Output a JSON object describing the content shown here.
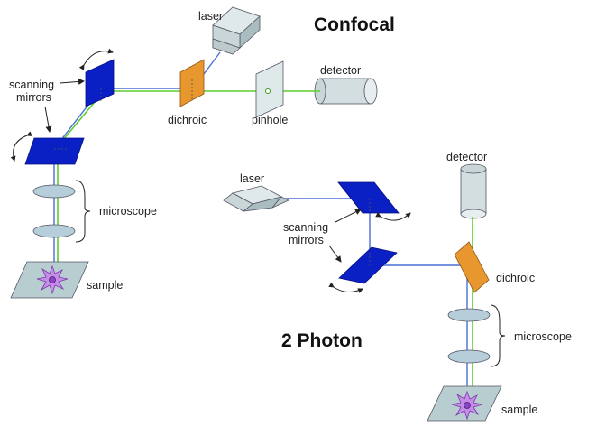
{
  "confocal": {
    "title": "Confocal",
    "labels": {
      "laser": "laser",
      "detector": "detector",
      "dichroic": "dichroic",
      "pinhole": "pinhole",
      "scanning_mirrors_line1": "scanning",
      "scanning_mirrors_line2": "mirrors",
      "microscope": "microscope",
      "sample": "sample"
    }
  },
  "two_photon": {
    "title": "2 Photon",
    "labels": {
      "laser": "laser",
      "detector": "detector",
      "dichroic": "dichroic",
      "scanning_mirrors_line1": "scanning",
      "scanning_mirrors_line2": "mirrors",
      "microscope": "microscope",
      "sample": "sample"
    }
  },
  "colors": {
    "excitation_beam": "#4a6fd6",
    "emission_beam": "#5ccf2c",
    "scanning_mirror": "#0a1fc4",
    "dichroic": "#e8962e",
    "housing": "#c8d6d8",
    "lens": "#b5ced9",
    "sample_plate": "#b7cdd0",
    "specimen": "#c58de8"
  }
}
